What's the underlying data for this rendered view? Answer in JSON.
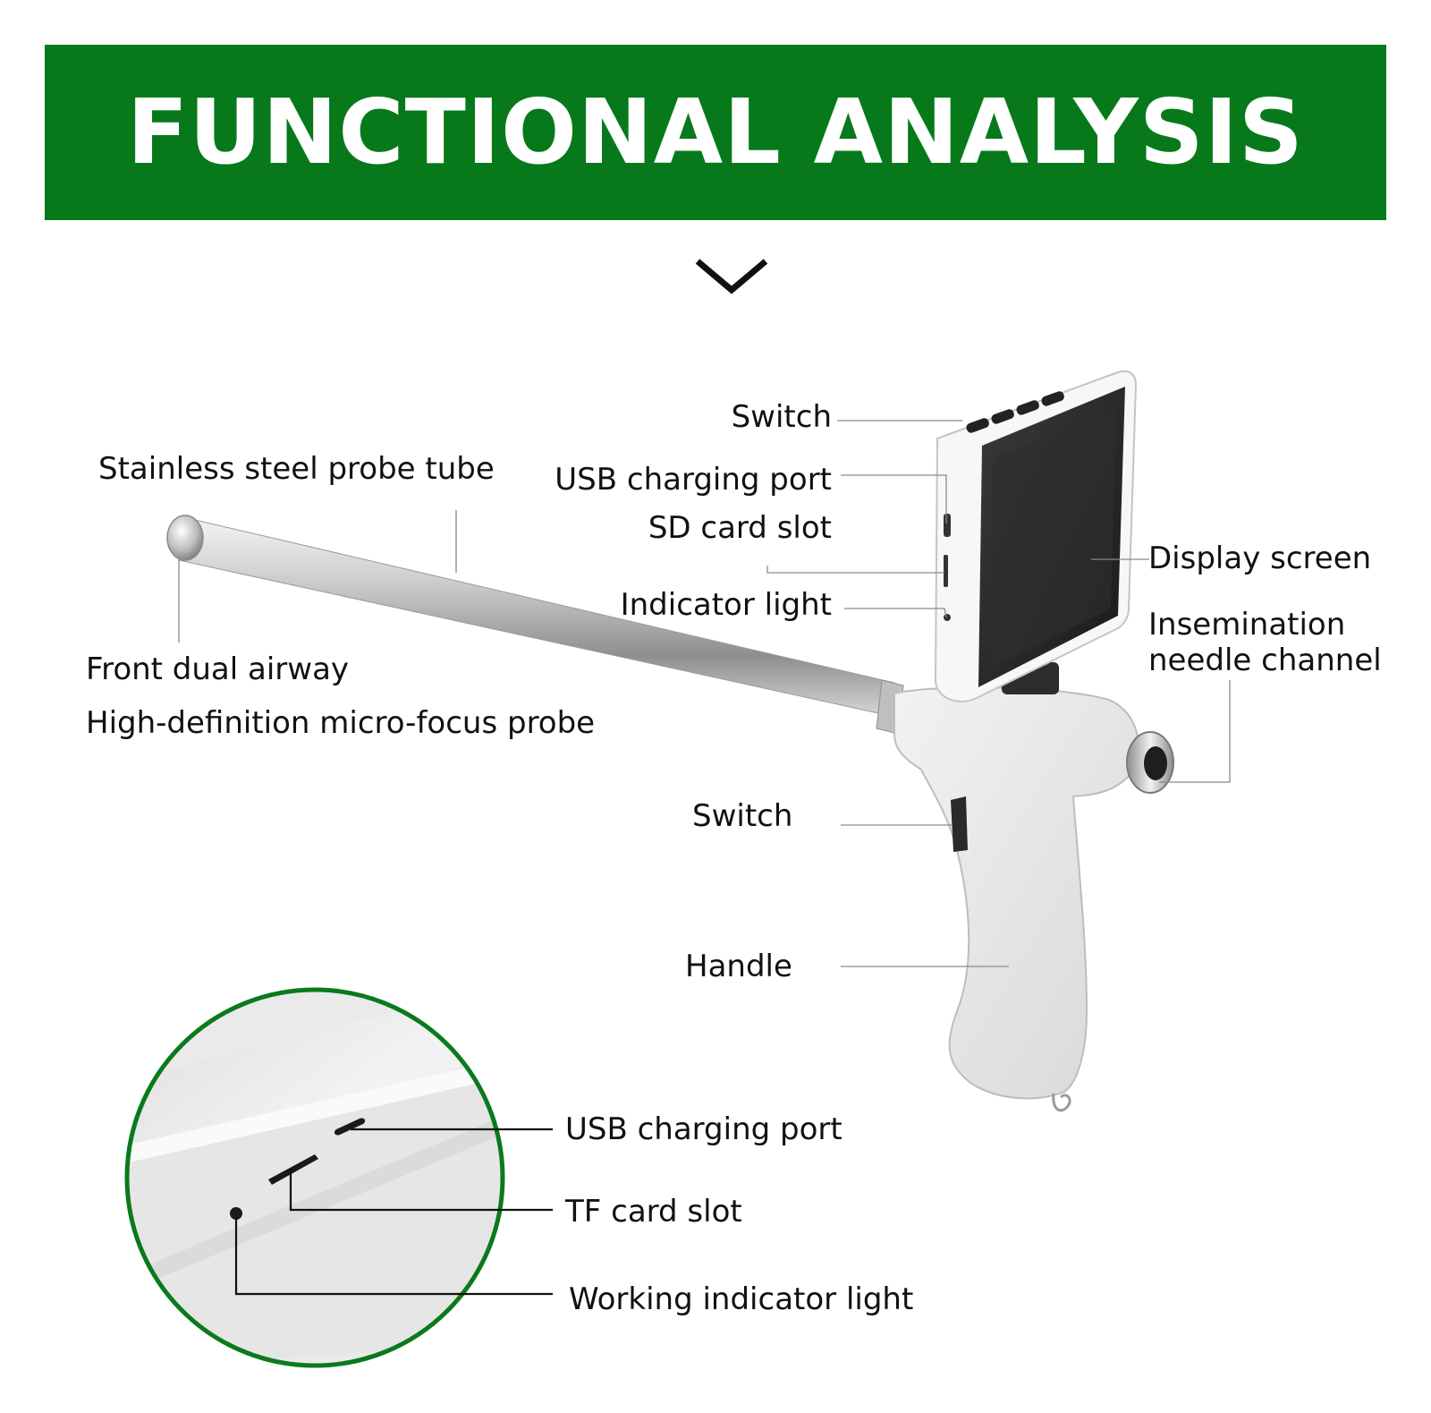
{
  "banner": {
    "title": "FUNCTIONAL ANALYSIS",
    "color": "#07791a"
  },
  "labels": {
    "switch_top": "Switch",
    "usb_top": "USB charging port",
    "sd_slot": "SD card slot",
    "indicator": "Indicator light",
    "probe_tube": "Stainless steel probe tube",
    "front_airway": "Front dual airway",
    "hd_probe": "High-definition micro-focus probe",
    "display": "Display screen",
    "needle_line1": "Insemination",
    "needle_line2": "needle channel",
    "switch_trigger": "Switch",
    "handle": "Handle",
    "usb_detail": "USB charging port",
    "tf_slot": "TF card slot",
    "working_light": "Working indicator light"
  },
  "icons": {
    "chevron": "chevron-down-icon"
  }
}
